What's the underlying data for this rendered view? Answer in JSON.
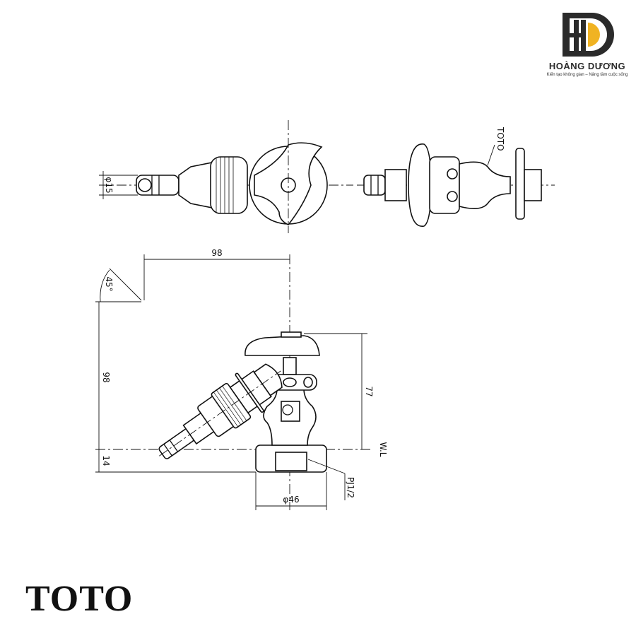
{
  "logo": {
    "brand": "HOÀNG DƯƠNG",
    "tagline": "Kiến tạo không gian – Nâng tầm cuộc sống",
    "monogram": "HD",
    "colors": {
      "dark": "#2b2b2b",
      "accent": "#f0b323"
    }
  },
  "manufacturer": "TOTO",
  "drawing": {
    "top_view": {
      "diameter_label": "φ15"
    },
    "side_top_view": {
      "brand_mark": "TOTO"
    },
    "front_view": {
      "width_label": "98",
      "angle_label": "45°",
      "height_left_label": "98",
      "height_right_label": "77",
      "water_line_label": "W.L",
      "base_label": "14",
      "thread_label": "PJ1/2",
      "base_diameter_label": "φ46"
    }
  }
}
